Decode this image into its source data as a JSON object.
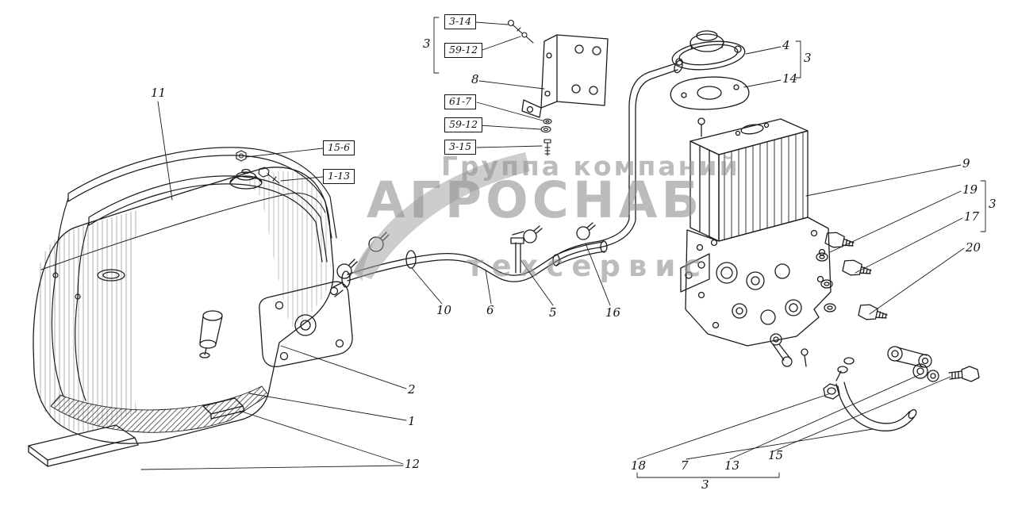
{
  "background": "#ffffff",
  "line_color": "#1c1c1c",
  "watermark": {
    "line1": "Группа компаний",
    "line2": "АГРОСНАБ",
    "line3": "техсервис",
    "color": "#949494"
  },
  "boxes": {
    "b3_14": "3-14",
    "b59_12_a": "59-12",
    "b61_7": "61-7",
    "b59_12_b": "59-12",
    "b3_15": "3-15",
    "b15_6": "15-6",
    "b1_13": "1-13"
  },
  "callouts": {
    "c11": "11",
    "c3_left": "3",
    "c8": "8",
    "c4": "4",
    "c3_top_right": "3",
    "c14": "14",
    "c9": "9",
    "c19": "19",
    "c3_right": "3",
    "c17": "17",
    "c20": "20",
    "c10": "10",
    "c6": "6",
    "c5": "5",
    "c16": "16",
    "c2": "2",
    "c1": "1",
    "c12": "12",
    "c18": "18",
    "c7": "7",
    "c13": "13",
    "c15": "15",
    "c3_bottom": "3"
  }
}
